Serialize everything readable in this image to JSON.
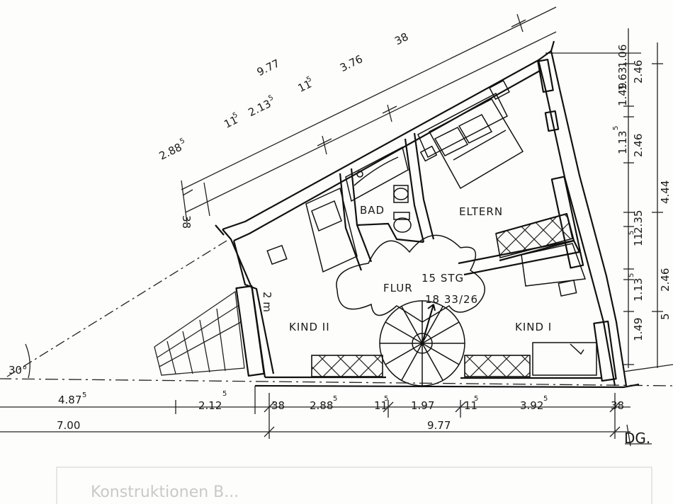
{
  "rooms": {
    "bad": "BAD",
    "eltern": "ELTERN",
    "flur": "FLUR",
    "kind2": "KIND II",
    "kind1": "KIND I",
    "stairs_count": "15 STG",
    "stairs_ratio": "18 33/26"
  },
  "angle_label": "30°",
  "wall_height": "2 m",
  "level": "DG.",
  "footer_text": "Konstruktionen B...",
  "dims_top": {
    "overall": "9.77",
    "a": "2.88",
    "a_sup": "5",
    "b": "11",
    "b_sup": "5",
    "c": "2.13",
    "c_sup": "5",
    "d": "11",
    "d_sup": "5",
    "e": "3.76",
    "end": "38",
    "start": "38"
  },
  "dims_right": {
    "r1": "1.06",
    "r2": "1.49",
    "r3": "1.63",
    "r4": "2.46",
    "r5": "1.13",
    "r5_sup": "5",
    "r6": "2.46",
    "r7": "2.35",
    "r8": "4.44",
    "r9": "11",
    "r9_sup": "5",
    "r10": "1.13",
    "r10_sup": "5",
    "r11": "2.46",
    "r12": "1.49",
    "r13": "5"
  },
  "dims_bottom": {
    "left": "4.87",
    "left_sup": "5",
    "mid": "2.12",
    "mid_sup": "5",
    "overall_left": "7.00",
    "overall_right": "9.77",
    "s1": "38",
    "s2": "2.88",
    "s2_sup": "5",
    "s3": "11",
    "s3_sup": "5",
    "s4": "1.97",
    "s5": "11",
    "s5_sup": "5",
    "s6": "3.92",
    "s6_sup": "5",
    "s7": "38"
  }
}
